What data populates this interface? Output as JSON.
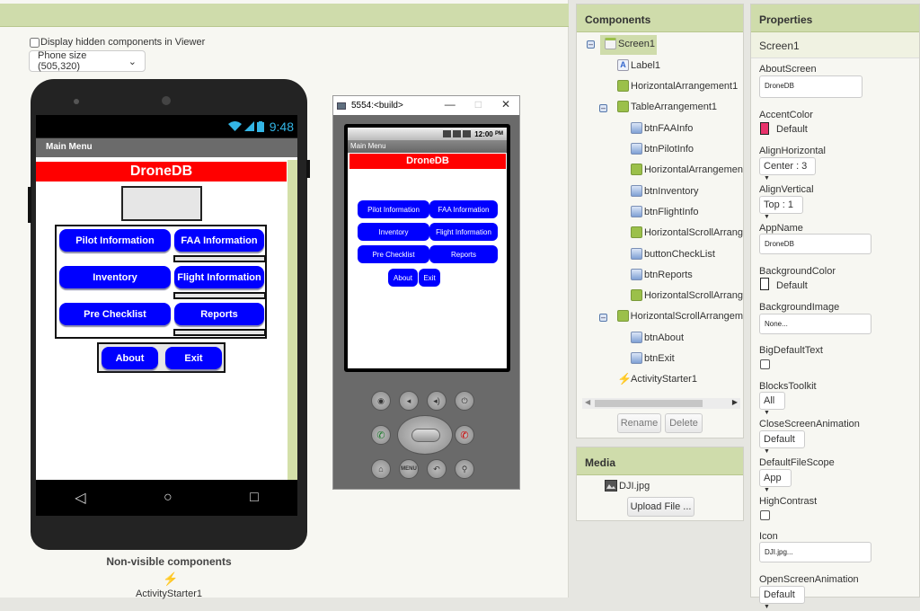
{
  "viewer": {
    "hidden_components_label": "Display hidden components in Viewer",
    "size_select": "Phone size (505,320)",
    "phone": {
      "status_time": "9:48",
      "title": "Main Menu",
      "app_label": "DroneDB",
      "buttons": {
        "pilot": "Pilot Information",
        "faa": "FAA Information",
        "inventory": "Inventory",
        "flight": "Flight Information",
        "checklist": "Pre Checklist",
        "reports": "Reports",
        "about": "About",
        "exit": "Exit"
      }
    },
    "non_visible_title": "Non-visible components",
    "non_visible_items": [
      "ActivityStarter1"
    ]
  },
  "emulator": {
    "window_title": "5554:<build>",
    "status_time": "12:00",
    "status_ampm": "PM",
    "title": "Main Menu",
    "app_label": "DroneDB",
    "buttons": {
      "pilot": "Pilot Information",
      "faa": "FAA Information",
      "inventory": "Inventory",
      "flight": "Flight Information",
      "checklist": "Pre Checklist",
      "reports": "Reports",
      "about": "About",
      "exit": "Exit"
    },
    "keys": {
      "menu": "MENU"
    }
  },
  "components": {
    "title": "Components",
    "tree": [
      {
        "label": "Screen1",
        "icon": "screen",
        "level": 0
      },
      {
        "label": "Label1",
        "icon": "label",
        "level": 1
      },
      {
        "label": "HorizontalArrangement1",
        "icon": "harr",
        "level": 1
      },
      {
        "label": "TableArrangement1",
        "icon": "table",
        "level": 1
      },
      {
        "label": "btnFAAInfo",
        "icon": "button",
        "level": 2
      },
      {
        "label": "btnPilotInfo",
        "icon": "button",
        "level": 2
      },
      {
        "label": "HorizontalArrangemen",
        "icon": "harr",
        "level": 2
      },
      {
        "label": "btnInventory",
        "icon": "button",
        "level": 2
      },
      {
        "label": "btnFlightInfo",
        "icon": "button",
        "level": 2
      },
      {
        "label": "HorizontalScrollArrang",
        "icon": "harr",
        "level": 2
      },
      {
        "label": "buttonCheckList",
        "icon": "button",
        "level": 2
      },
      {
        "label": "btnReports",
        "icon": "button",
        "level": 2
      },
      {
        "label": "HorizontalScrollArrang",
        "icon": "harr",
        "level": 2
      },
      {
        "label": "HorizontalScrollArrangem",
        "icon": "harr",
        "level": 1
      },
      {
        "label": "btnAbout",
        "icon": "button",
        "level": 2
      },
      {
        "label": "btnExit",
        "icon": "button",
        "level": 2
      },
      {
        "label": "ActivityStarter1",
        "icon": "bolt",
        "level": 1
      }
    ],
    "rename_label": "Rename",
    "delete_label": "Delete"
  },
  "media": {
    "title": "Media",
    "files": [
      "DJI.jpg"
    ],
    "upload_label": "Upload File ..."
  },
  "properties": {
    "title": "Properties",
    "subject": "Screen1",
    "about_screen": {
      "label": "AboutScreen",
      "value": "DroneDB"
    },
    "accent_color": {
      "label": "AccentColor",
      "value": "Default",
      "color": "#e8336b"
    },
    "align_horizontal": {
      "label": "AlignHorizontal",
      "value": "Center : 3"
    },
    "align_vertical": {
      "label": "AlignVertical",
      "value": "Top : 1"
    },
    "app_name": {
      "label": "AppName",
      "value": "DroneDB"
    },
    "background_color": {
      "label": "BackgroundColor",
      "value": "Default",
      "color": "#ffffff"
    },
    "background_image": {
      "label": "BackgroundImage",
      "value": "None..."
    },
    "big_default_text": {
      "label": "BigDefaultText",
      "checked": false
    },
    "blocks_toolkit": {
      "label": "BlocksToolkit",
      "value": "All"
    },
    "close_screen_animation": {
      "label": "CloseScreenAnimation",
      "value": "Default"
    },
    "default_file_scope": {
      "label": "DefaultFileScope",
      "value": "App"
    },
    "high_contrast": {
      "label": "HighContrast",
      "checked": false
    },
    "icon": {
      "label": "Icon",
      "value": "DJI.jpg..."
    },
    "open_screen_animation": {
      "label": "OpenScreenAnimation",
      "value": "Default"
    }
  },
  "colors": {
    "header_green": "#cfdcab",
    "button_blue": "#0000ff",
    "label_red": "#ff0000"
  }
}
